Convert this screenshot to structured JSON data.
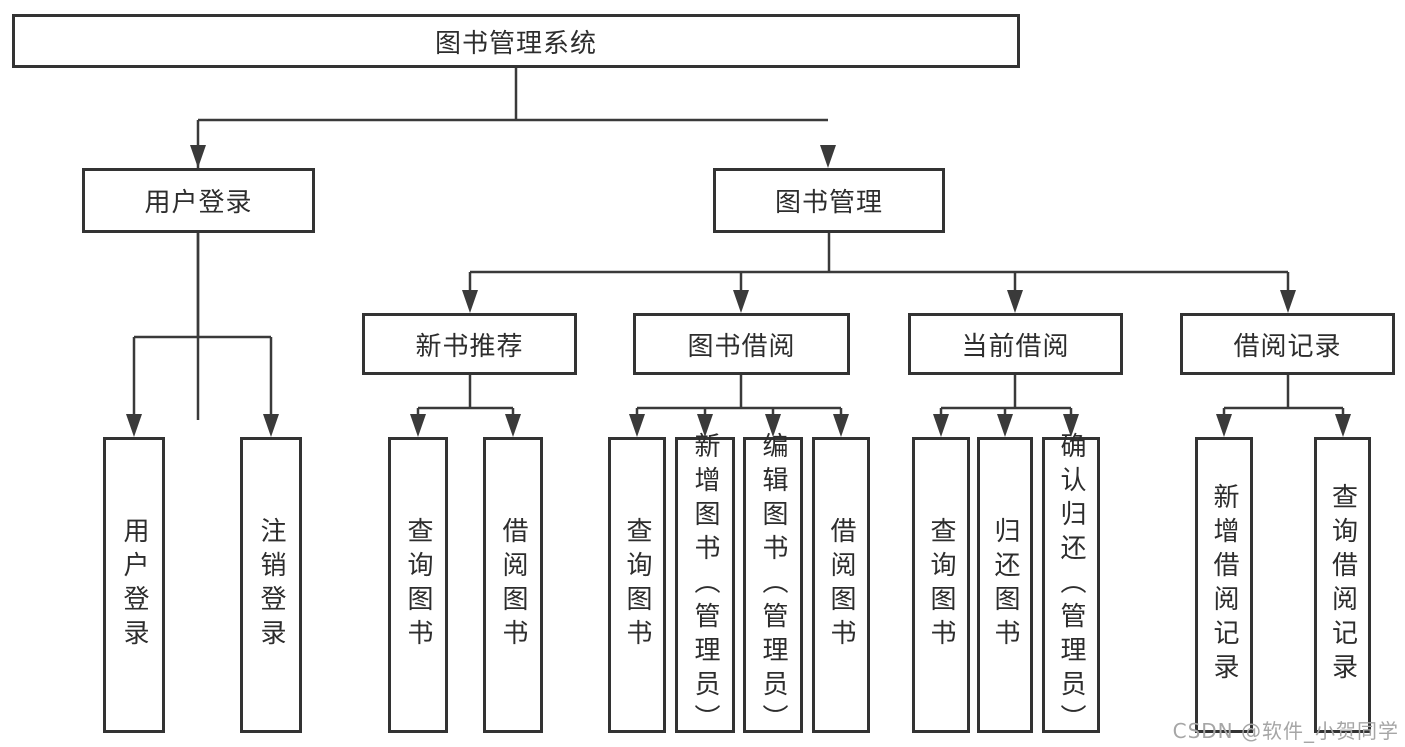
{
  "diagram": {
    "root": {
      "label": "图书管理系统",
      "children": [
        {
          "label": "用户登录",
          "children": [
            {
              "label": "用户登录"
            },
            {
              "label": "注销登录"
            }
          ]
        },
        {
          "label": "图书管理",
          "children": [
            {
              "label": "新书推荐",
              "children": [
                {
                  "label": "查询图书"
                },
                {
                  "label": "借阅图书"
                }
              ]
            },
            {
              "label": "图书借阅",
              "children": [
                {
                  "label": "查询图书"
                },
                {
                  "label": "新增图书（管理员）"
                },
                {
                  "label": "编辑图书（管理员）"
                },
                {
                  "label": "借阅图书"
                }
              ]
            },
            {
              "label": "当前借阅",
              "children": [
                {
                  "label": "查询图书"
                },
                {
                  "label": "归还图书"
                },
                {
                  "label": "确认归还（管理员）"
                }
              ]
            },
            {
              "label": "借阅记录",
              "children": [
                {
                  "label": "新增借阅记录"
                },
                {
                  "label": "查询借阅记录"
                }
              ]
            }
          ]
        }
      ]
    }
  },
  "watermark": "CSDN @软件_小贺同学",
  "colors": {
    "line": "#3a3a3a",
    "border": "#333333",
    "fill": "#ffffff",
    "text": "#2d2d2d",
    "watermark": "#a6a6a6",
    "background": "#ffffff"
  }
}
